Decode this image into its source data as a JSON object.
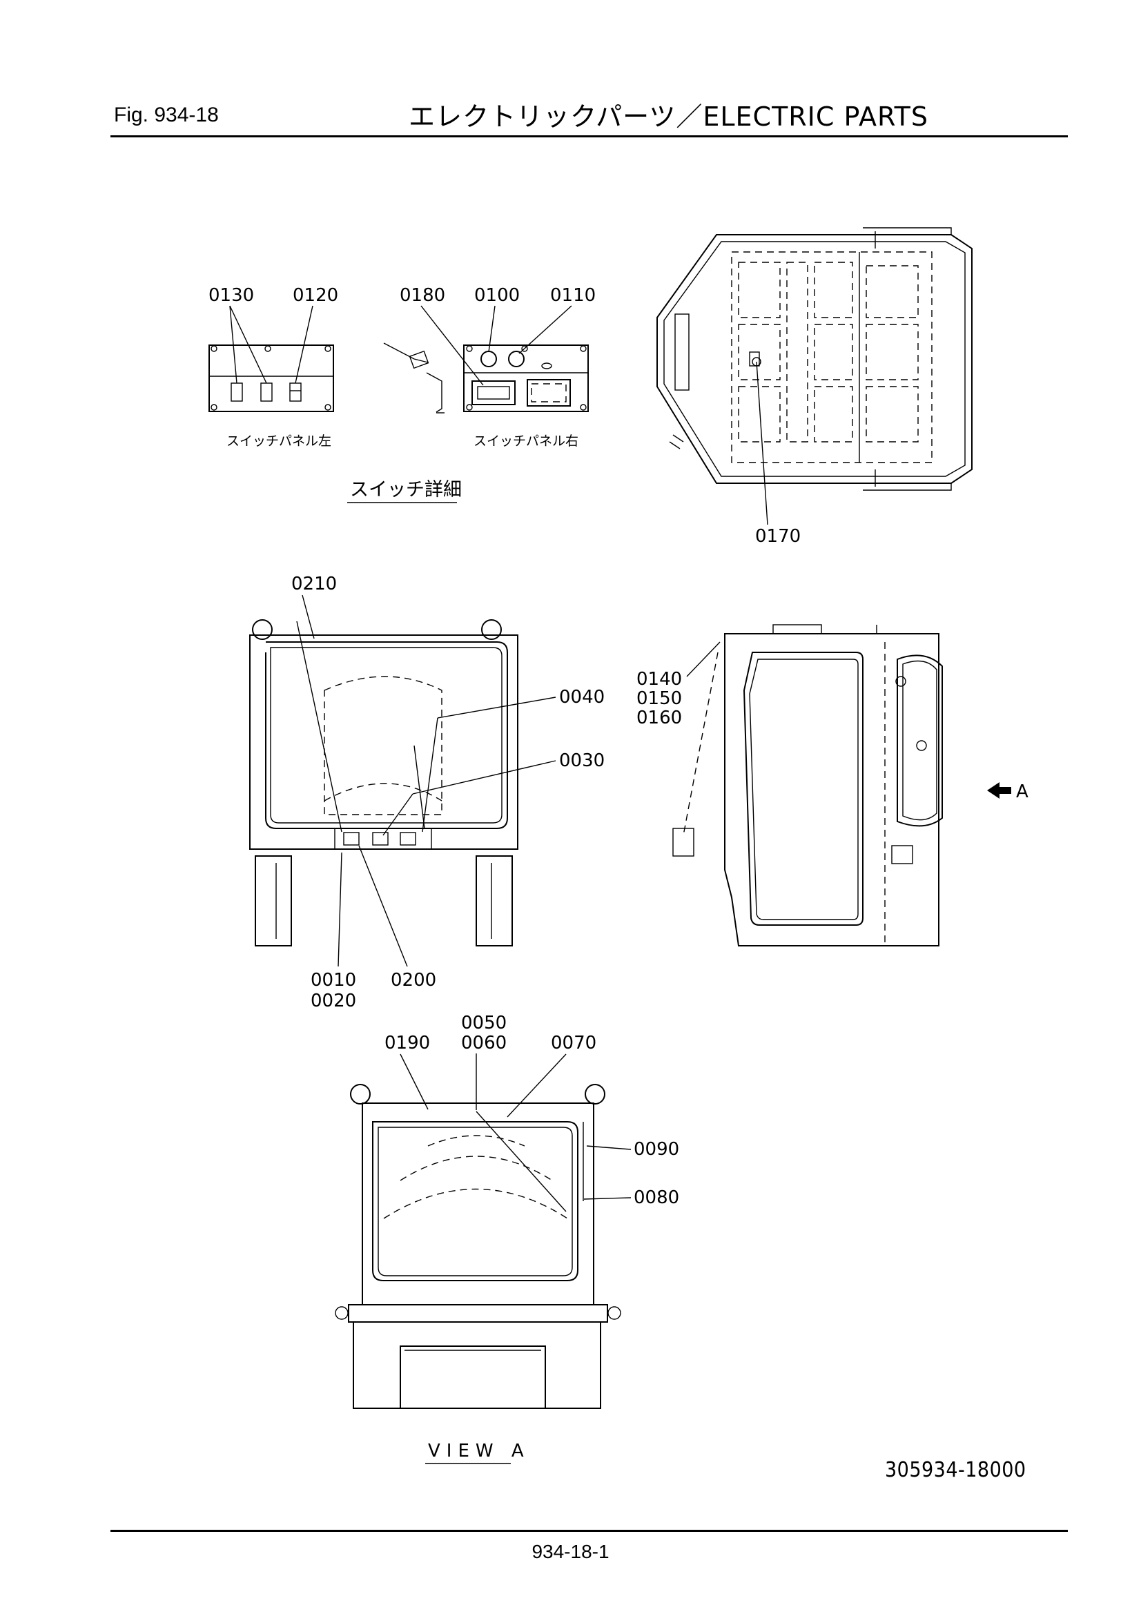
{
  "header": {
    "fig_label": "Fig.  934-18",
    "title": "エレクトリックパーツ／ELECTRIC PARTS"
  },
  "footer": {
    "page_number": "934-18-1"
  },
  "drawing_number": "305934-18000",
  "switch_detail": {
    "section_title": "スイッチ詳細",
    "left_panel_label": "スイッチパネル左",
    "right_panel_label": "スイッチパネル右"
  },
  "view_label": "VIEW A",
  "arrow_label": "A",
  "callouts": {
    "c0130": "0130",
    "c0120": "0120",
    "c0180": "0180",
    "c0100": "0100",
    "c0110": "0110",
    "c0170": "0170",
    "c0210": "0210",
    "c0040": "0040",
    "c0030": "0030",
    "c0010": "0010",
    "c0020": "0020",
    "c0200": "0200",
    "c0140": "0140",
    "c0150": "0150",
    "c0160": "0160",
    "c0050": "0050",
    "c0060": "0060",
    "c0190": "0190",
    "c0070": "0070",
    "c0090": "0090",
    "c0080": "0080"
  }
}
